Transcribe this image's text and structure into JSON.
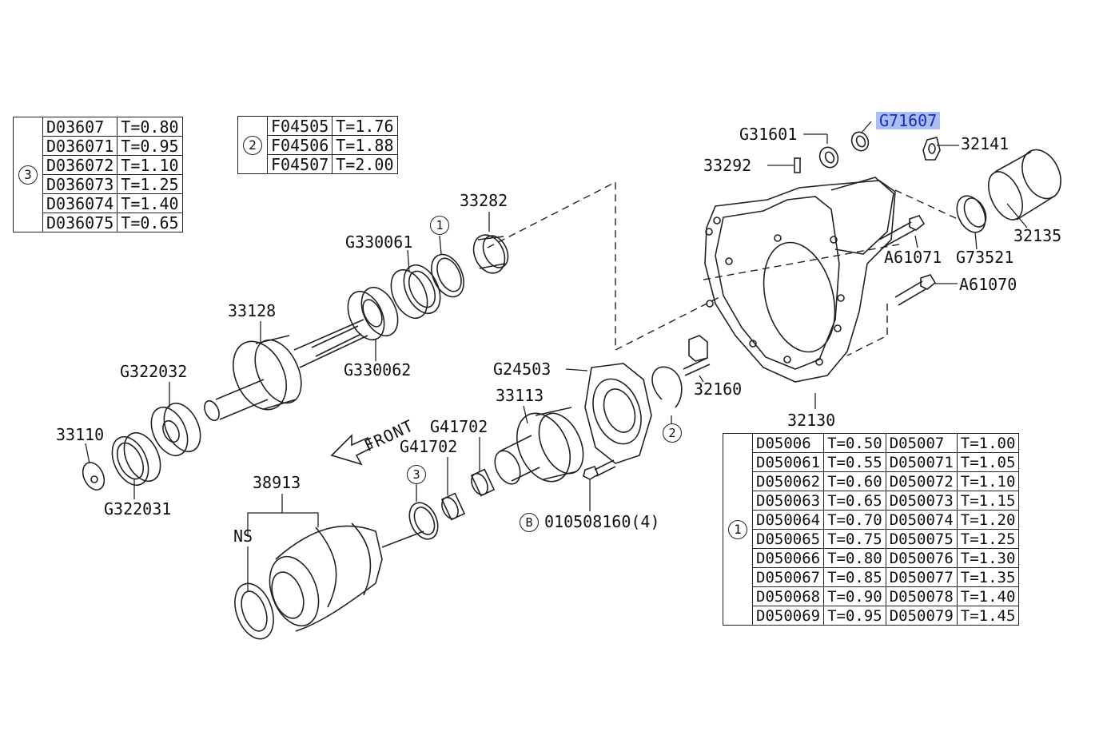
{
  "tables": {
    "t3": {
      "marker": "3",
      "rows": [
        [
          "D03607",
          "T=0.80"
        ],
        [
          "D036071",
          "T=0.95"
        ],
        [
          "D036072",
          "T=1.10"
        ],
        [
          "D036073",
          "T=1.25"
        ],
        [
          "D036074",
          "T=1.40"
        ],
        [
          "D036075",
          "T=0.65"
        ]
      ]
    },
    "t2": {
      "marker": "2",
      "rows": [
        [
          "F04505",
          "T=1.76"
        ],
        [
          "F04506",
          "T=1.88"
        ],
        [
          "F04507",
          "T=2.00"
        ]
      ]
    },
    "t1": {
      "marker": "1",
      "rows": [
        [
          "D05006",
          "T=0.50",
          "D05007",
          "T=1.00"
        ],
        [
          "D050061",
          "T=0.55",
          "D050071",
          "T=1.05"
        ],
        [
          "D050062",
          "T=0.60",
          "D050072",
          "T=1.10"
        ],
        [
          "D050063",
          "T=0.65",
          "D050073",
          "T=1.15"
        ],
        [
          "D050064",
          "T=0.70",
          "D050074",
          "T=1.20"
        ],
        [
          "D050065",
          "T=0.75",
          "D050075",
          "T=1.25"
        ],
        [
          "D050066",
          "T=0.80",
          "D050076",
          "T=1.30"
        ],
        [
          "D050067",
          "T=0.85",
          "D050077",
          "T=1.35"
        ],
        [
          "D050068",
          "T=0.90",
          "D050078",
          "T=1.40"
        ],
        [
          "D050069",
          "T=0.95",
          "D050079",
          "T=1.45"
        ]
      ]
    }
  },
  "parts": {
    "p33282": "33282",
    "pG330061": "G330061",
    "p33128": "33128",
    "pG330062": "G330062",
    "pG322032": "G322032",
    "p33110": "33110",
    "pG322031": "G322031",
    "p38913": "38913",
    "pNS": "NS",
    "pG24503": "G24503",
    "p33113": "33113",
    "pG41702a": "G41702",
    "pG41702b": "G41702",
    "p010508160": "010508160(4)",
    "p32160": "32160",
    "p32130": "32130",
    "pG31601": "G31601",
    "pG71607": "G71607",
    "p32141": "32141",
    "p33292": "33292",
    "p32135": "32135",
    "pA61071": "A61071",
    "pG73521": "G73521",
    "pA61070": "A61070"
  },
  "callouts": {
    "c1": "1",
    "c2": "2",
    "c3": "3",
    "cB": "B"
  },
  "front_label": "FRONT",
  "colors": {
    "line": "#222222",
    "highlight_bg": "#aebcf5",
    "highlight_text": "#1a2fb0"
  }
}
